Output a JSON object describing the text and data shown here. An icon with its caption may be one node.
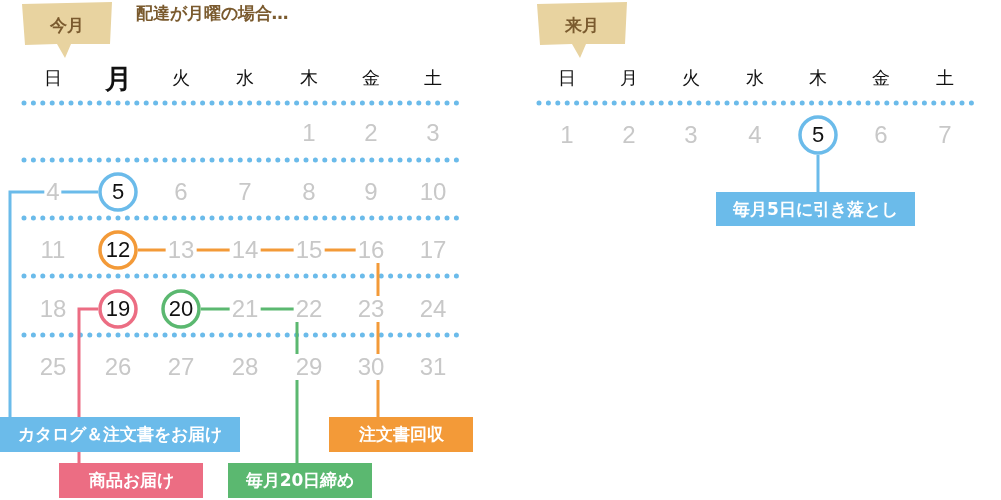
{
  "diagram": {
    "nodes": [
      {
        "text": [
          "今月"
        ]
      },
      {
        "text": [
          "来月"
        ]
      },
      {
        "text": [
          "5"
        ]
      },
      {
        "text": [
          "12"
        ]
      },
      {
        "text": [
          "19"
        ]
      },
      {
        "text": [
          "20"
        ]
      },
      {
        "text": [
          "5"
        ]
      },
      {
        "text": [
          "毎月5日に引き落とし"
        ]
      },
      {
        "text": [
          "カタログ＆注文書をお届け"
        ]
      },
      {
        "text": [
          "注文書回収"
        ]
      },
      {
        "text": [
          "商品お届け"
        ]
      },
      {
        "text": [
          "毎月20日締め"
        ]
      }
    ],
    "edges": [
      {
        "from": 2,
        "to": 8,
        "arrow": "none",
        "color": "#6bbbea"
      },
      {
        "from": 3,
        "to": 9,
        "arrow": "none",
        "color": "#f39a38"
      },
      {
        "from": 4,
        "to": 10,
        "arrow": "none",
        "color": "#ec6d83"
      },
      {
        "from": 5,
        "to": 11,
        "arrow": "none",
        "color": "#5bb870"
      },
      {
        "from": 6,
        "to": 7,
        "arrow": "none",
        "color": "#6bbbea"
      }
    ],
    "labels": [
      "配達が月曜の場合…",
      "日",
      "月",
      "火",
      "水",
      "木",
      "金",
      "土",
      "1",
      "2",
      "3",
      "4",
      "6",
      "7",
      "8",
      "9",
      "10",
      "11",
      "13",
      "14",
      "15",
      "16",
      "17",
      "18",
      "21",
      "22",
      "23",
      "24",
      "25",
      "26",
      "27",
      "28",
      "29",
      "30",
      "31",
      "日",
      "月",
      "火",
      "水",
      "木",
      "金",
      "土",
      "1",
      "2",
      "3",
      "4",
      "6",
      "7"
    ]
  }
}
